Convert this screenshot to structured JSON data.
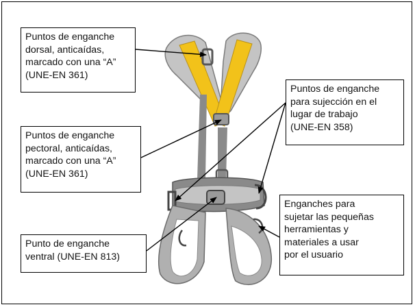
{
  "callouts": {
    "dorsal": [
      "Puntos de enganche",
      "dorsal, anticaídas,",
      "marcado con una “A”",
      "(UNE-EN 361)"
    ],
    "pectoral": [
      "Puntos de enganche",
      "pectoral, anticaídas,",
      "marcado con una “A”",
      "(UNE-EN 361)"
    ],
    "ventral": [
      "Punto de enganche",
      "ventral (UNE-EN 813)"
    ],
    "sujeccion": [
      "Puntos de enganche",
      "para sujección en el",
      "lugar de trabajo",
      "(UNE-EN 358)"
    ],
    "herramientas": [
      "Enganches para",
      "sujetar las pequeñas",
      "herramientas y",
      "materiales a usar",
      "por el usuario"
    ]
  },
  "colors": {
    "strap_yellow": "#f2c21a",
    "strap_grey": "#8a8a8a",
    "padding_light": "#c4c4c4",
    "buckle": "#555555",
    "leader": "#000000"
  },
  "icons": {
    "illustration": "climbing-harness-icon",
    "leader": "arrow-icon"
  }
}
